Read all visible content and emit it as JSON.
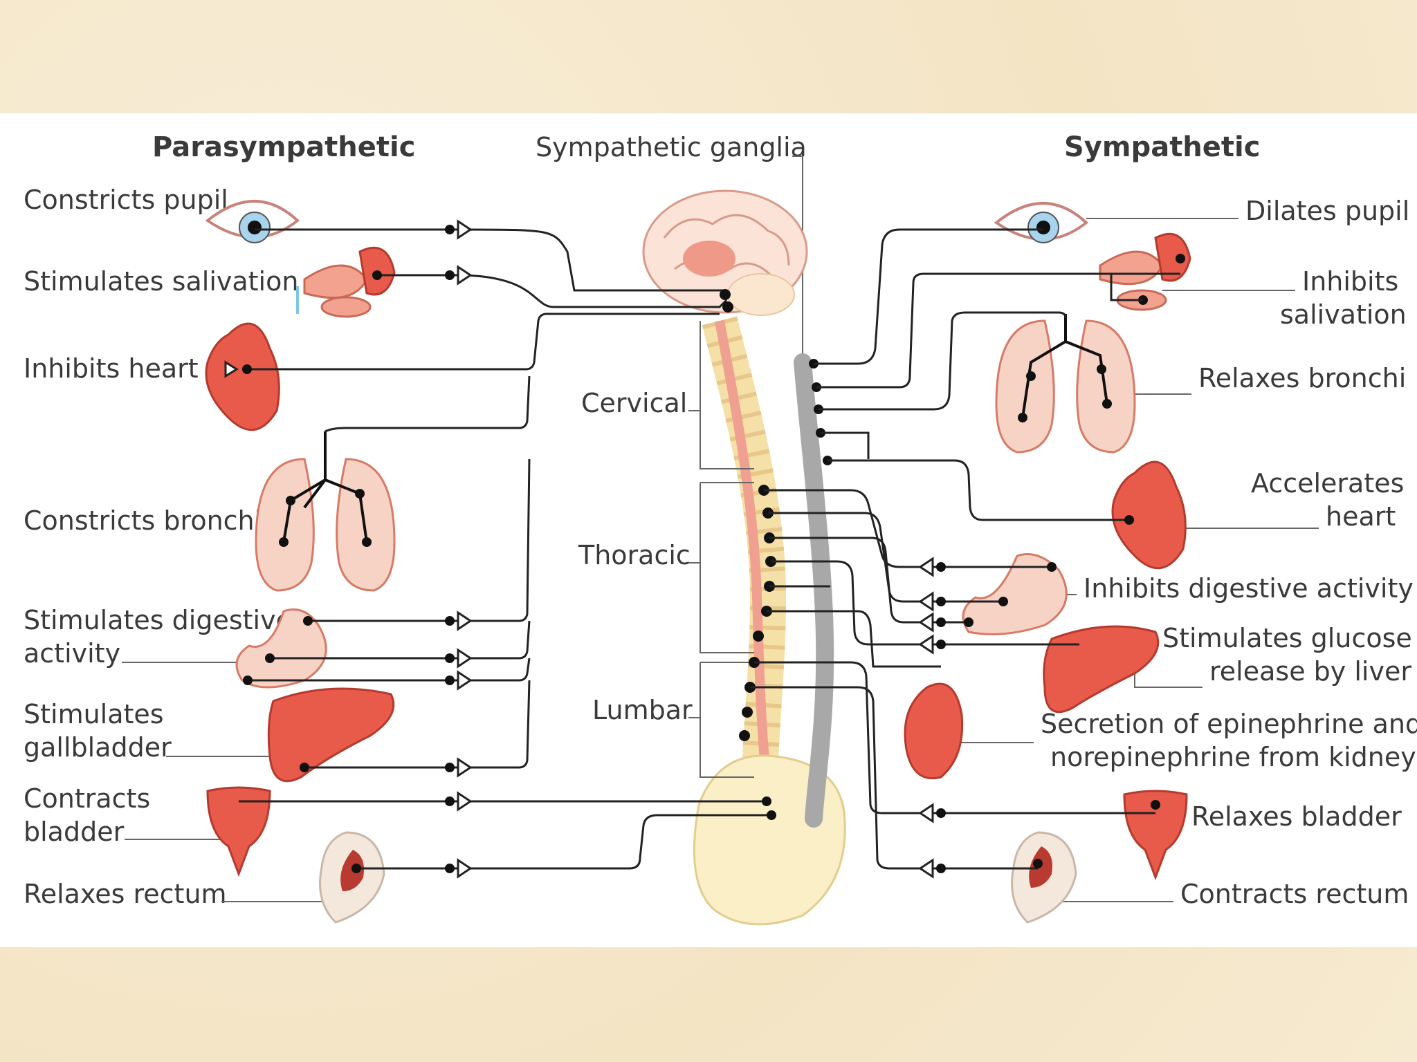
{
  "headings": {
    "left": "Parasympathetic",
    "right": "Sympathetic",
    "ganglia": "Sympathetic ganglia"
  },
  "spine_regions": {
    "cervical": "Cervical",
    "thoracic": "Thoracic",
    "lumbar": "Lumbar"
  },
  "parasympathetic": {
    "l1": "Constricts pupil",
    "l2": "Stimulates salivation",
    "l3": "Inhibits heart",
    "l4": "Constricts bronchi",
    "l5a": "Stimulates digestive",
    "l5b": "activity",
    "l6a": "Stimulates",
    "l6b": "gallbladder",
    "l7a": "Contracts",
    "l7b": "bladder",
    "l8": "Relaxes rectum"
  },
  "sympathetic": {
    "r1": "Dilates pupil",
    "r2a": "Inhibits",
    "r2b": "salivation",
    "r3": "Relaxes bronchi",
    "r4a": "Accelerates",
    "r4b": "heart",
    "r5": "Inhibits digestive activity",
    "r6a": "Stimulates glucose",
    "r6b": "release by liver",
    "r7a": "Secretion of epinephrine and",
    "r7b": "norepinephrine from kidney",
    "r8": "Relaxes bladder",
    "r9": "Contracts rectum"
  },
  "colors": {
    "organ": "#e85a4a",
    "cord": "#f0a090",
    "vertebra": "#f5e0a8",
    "ganglia_chain": "#a8a8a8",
    "background": "#f6ead0"
  }
}
